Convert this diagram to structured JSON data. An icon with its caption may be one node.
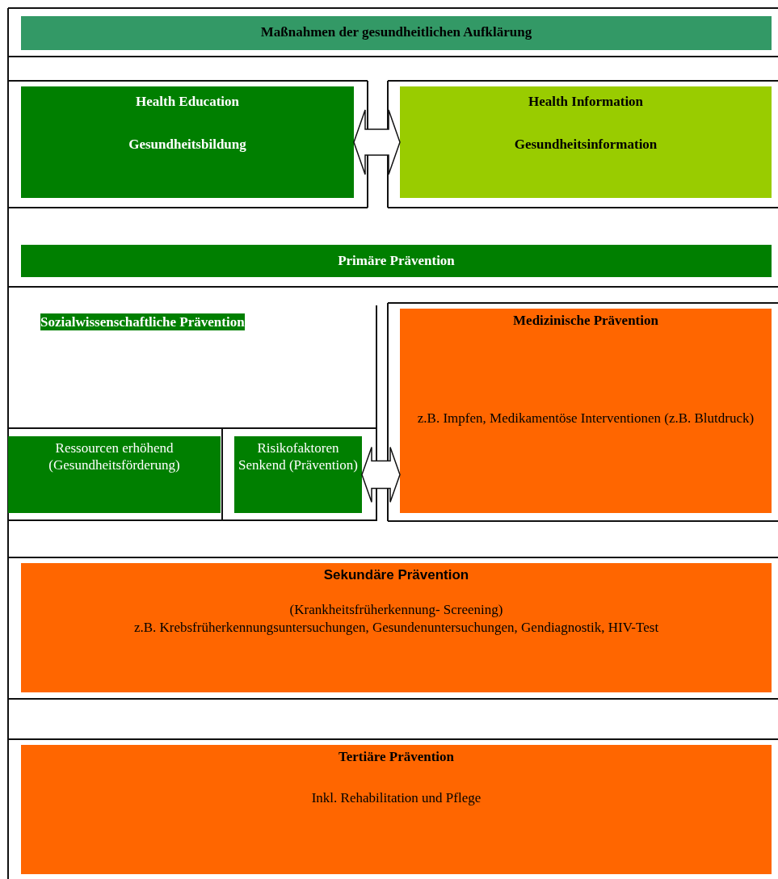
{
  "diagram": {
    "nodes": [
      {
        "text": [
          "Maßnahmen der gesundheitlichen Aufklärung"
        ]
      },
      {
        "text": [
          "Health Education",
          "Gesundheitsbildung"
        ]
      },
      {
        "text": [
          "Health Information",
          "Gesundheitsinformation"
        ]
      },
      {
        "text": [
          "Primäre Prävention"
        ]
      },
      {
        "text": [
          "Sozialwissenschaftliche Prävention"
        ]
      },
      {
        "text": [
          "Ressourcen erhöhend (Gesundheitsförderung)"
        ],
        "in": 4
      },
      {
        "text": [
          "Risikofaktoren Senkend (Prävention)"
        ],
        "in": 4
      },
      {
        "text": [
          "Medizinische Prävention",
          "z.B. Impfen, Medikamentöse Interventionen (z.B. Blutdruck)"
        ]
      },
      {
        "text": [
          "Sekundäre Prävention",
          "(Krankheitsfrüherkennung- Screening)",
          "z.B. Krebsfrüherkennungsuntersuchungen, Gesundenuntersuchungen, Gendiagnostik, HIV-Test"
        ]
      },
      {
        "text": [
          "Tertiäre Prävention",
          "Inkl. Rehabilitation und Pflege"
        ]
      }
    ],
    "edges": [
      {
        "from": 1,
        "to": 2,
        "arrow": "both"
      },
      {
        "from": 6,
        "to": 7,
        "arrow": "both"
      }
    ]
  }
}
